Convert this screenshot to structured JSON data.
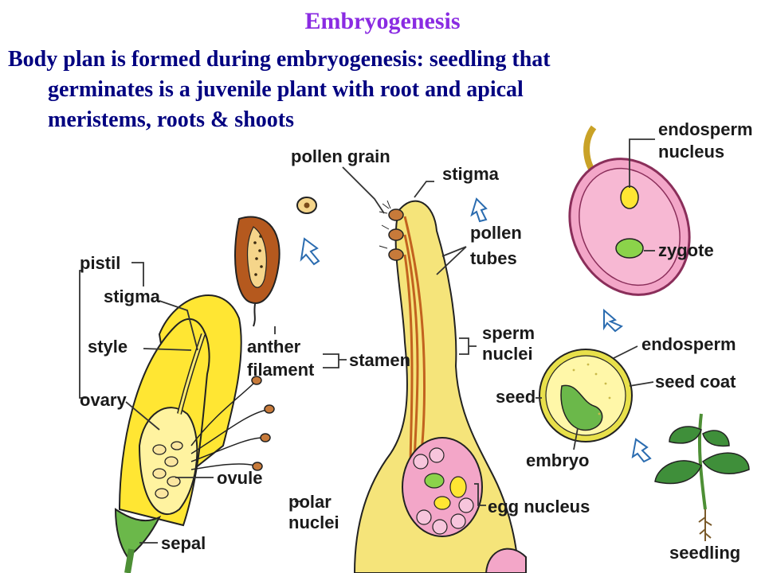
{
  "title": "Embryogenesis",
  "text": {
    "line1": "Body plan is formed during embryogenesis: seedling that",
    "line2": "germinates is a juvenile plant with root and apical",
    "line3": "meristems, roots & shoots"
  },
  "labels": {
    "pollen_grain": "pollen grain",
    "stigma_top": "stigma",
    "pollen": "pollen",
    "tubes": "tubes",
    "sperm": "sperm",
    "nuclei_sperm": "nuclei",
    "stamen": "stamen",
    "anther": "anther",
    "filament": "filament",
    "pistil": "pistil",
    "stigma": "stigma",
    "style": "style",
    "ovary": "ovary",
    "ovule": "ovule",
    "sepal": "sepal",
    "polar": "polar",
    "nuclei_polar": "nuclei",
    "egg_nucleus": "egg nucleus",
    "endosperm_top": "endosperm",
    "nucleus": "nucleus",
    "zygote": "zygote",
    "endosperm": "endosperm",
    "seed_coat": "seed coat",
    "seed": "seed",
    "embryo": "embryo",
    "seedling": "seedling"
  },
  "colors": {
    "title": "#8a2be2",
    "body_text": "#000080",
    "flower_yellow": "#ffe633",
    "pistil_yellow": "#f5e47a",
    "ovule_pink": "#f3a6c8",
    "zygote_green": "#8bd34a",
    "anther_brown": "#b5591e",
    "leaf_green": "#3f8f3a"
  }
}
